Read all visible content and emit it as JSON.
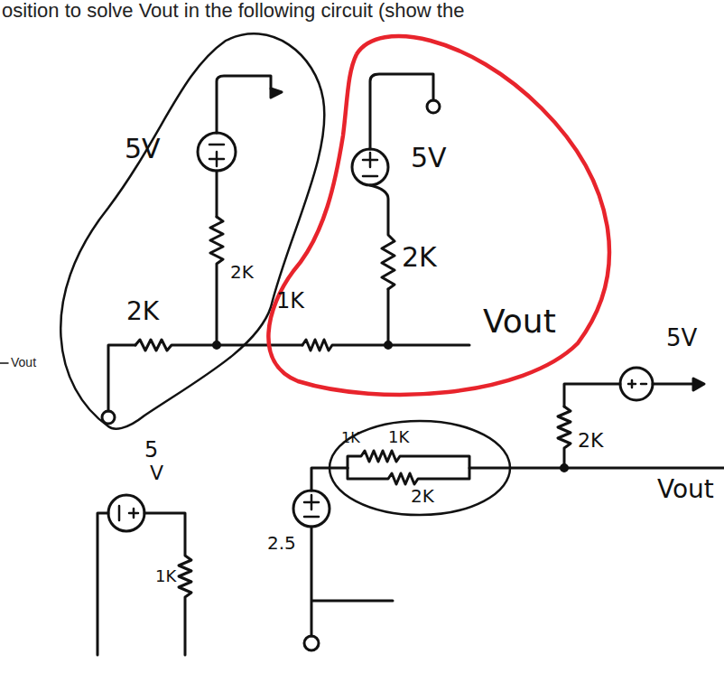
{
  "diagram": {
    "labels": [
      "osition to solve Vout in the following circuit (show the",
      "5V",
      "5V",
      "2K",
      "2K",
      "2K",
      "1K",
      "Vout",
      "Vout",
      "5V",
      "2K",
      "1K",
      "1K",
      "Vout",
      "2K",
      "2.5",
      "5",
      "V",
      "1K"
    ]
  }
}
